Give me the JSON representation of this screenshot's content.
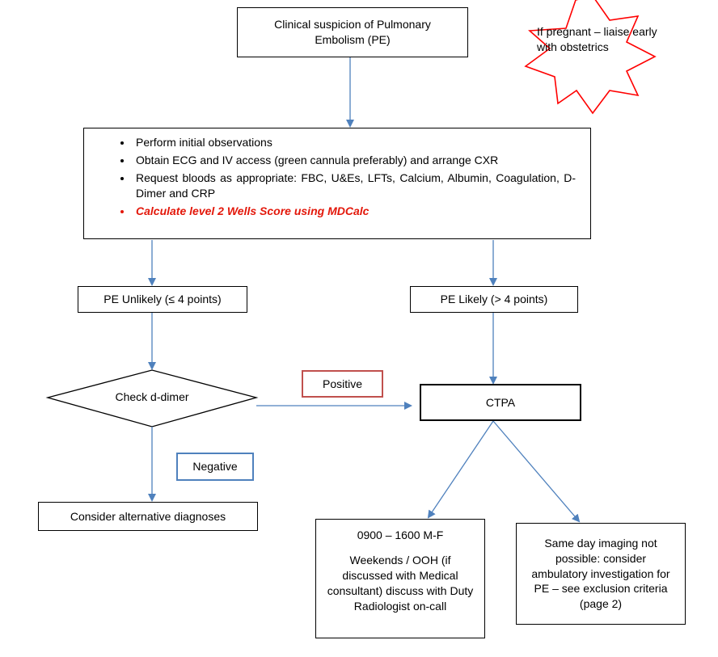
{
  "nodes": {
    "start": "Clinical suspicion of Pulmonary Embolism (PE)",
    "pregnant_note": "If pregnant – liaise early with obstetrics",
    "initial_steps": [
      "Perform initial observations",
      "Obtain ECG and IV access (green cannula preferably) and arrange CXR",
      "Request bloods as appropriate: FBC, U&Es, LFTs, Calcium, Albumin, Coagulation, D-Dimer and CRP",
      "Calculate level 2 Wells Score using MDCalc"
    ],
    "pe_unlikely": "PE Unlikely (≤ 4 points)",
    "pe_likely": "PE Likely (> 4 points)",
    "check_ddimer": "Check d-dimer",
    "positive": "Positive",
    "negative": "Negative",
    "ctpa": "CTPA",
    "alternative": "Consider alternative diagnoses",
    "hours_line1": "0900 – 1600 M-F",
    "hours_line2": "Weekends / OOH (if discussed with Medical consultant) discuss with Duty Radiologist on-call",
    "same_day": "Same day imaging not possible: consider ambulatory investigation for PE – see exclusion criteria (page 2)"
  },
  "colors": {
    "connector": "#4f81bd",
    "positive_border": "#c0504d",
    "negative_border": "#4f81bd",
    "highlight_text": "#e3170a",
    "star_outline": "#ff0000"
  }
}
